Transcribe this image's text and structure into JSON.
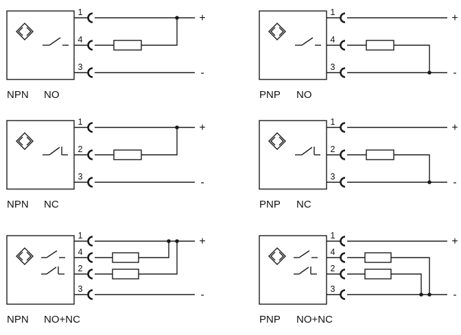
{
  "colors": {
    "line": "#1a1a1a",
    "background": "#ffffff"
  },
  "diagrams": [
    {
      "family": "NPN",
      "mode": "NO",
      "pins": [
        "1",
        "4",
        "3"
      ],
      "plus": "+",
      "minus": "-"
    },
    {
      "family": "PNP",
      "mode": "NO",
      "pins": [
        "1",
        "4",
        "3"
      ],
      "plus": "+",
      "minus": "-"
    },
    {
      "family": "NPN",
      "mode": "NC",
      "pins": [
        "1",
        "2",
        "3"
      ],
      "plus": "+",
      "minus": "-"
    },
    {
      "family": "PNP",
      "mode": "NC",
      "pins": [
        "1",
        "2",
        "3"
      ],
      "plus": "+",
      "minus": "-"
    },
    {
      "family": "NPN",
      "mode": "NO+NC",
      "pins": [
        "1",
        "4",
        "2",
        "3"
      ],
      "plus": "+",
      "minus": "-"
    },
    {
      "family": "PNP",
      "mode": "NO+NC",
      "pins": [
        "1",
        "4",
        "2",
        "3"
      ],
      "plus": "+",
      "minus": "-"
    }
  ]
}
